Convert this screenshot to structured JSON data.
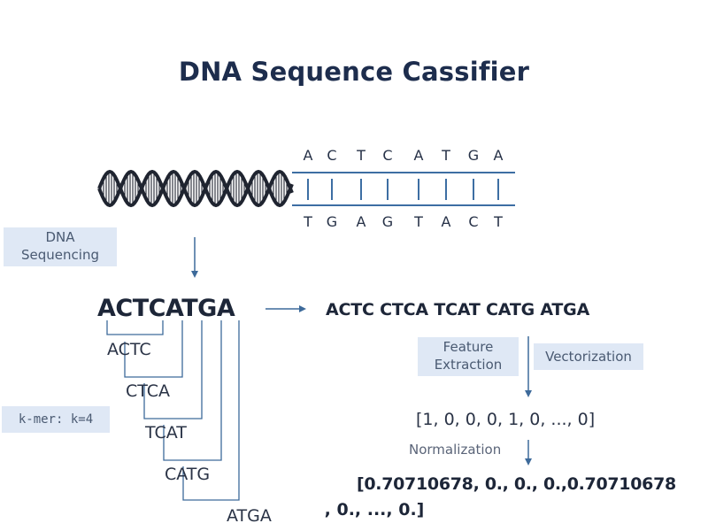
{
  "title": "DNA Sequence Cassifier",
  "strand_top": [
    "A",
    "C",
    "T",
    "C",
    "A",
    "T",
    "G",
    "A"
  ],
  "strand_bottom": [
    "T",
    "G",
    "A",
    "G",
    "T",
    "A",
    "C",
    "T"
  ],
  "labels": {
    "dna_sequencing": "DNA\nSequencing",
    "kmer": "k-mer: k=4",
    "feature_extraction": "Feature\nExtraction",
    "vectorization": "Vectorization",
    "normalization": "Normalization"
  },
  "sequence": "ACTCATGA",
  "kmer_sequence": "ACTC CTCA TCAT CATG ATGA",
  "kmers": [
    "ACTC",
    "CTCA",
    "TCAT",
    "CATG",
    "ATGA"
  ],
  "vector": "[1, 0, 0, 0, 1, 0, ..., 0]",
  "normalized": {
    "line1": "[0.70710678, 0., 0., 0.,0.70710678",
    "line2": ", 0., ..., 0.]"
  },
  "colors": {
    "helix": "#1f2430",
    "strand_lines": "#3d6ea3",
    "arrow": "#3d6a9a",
    "label_bg": "#dfe8f5"
  }
}
